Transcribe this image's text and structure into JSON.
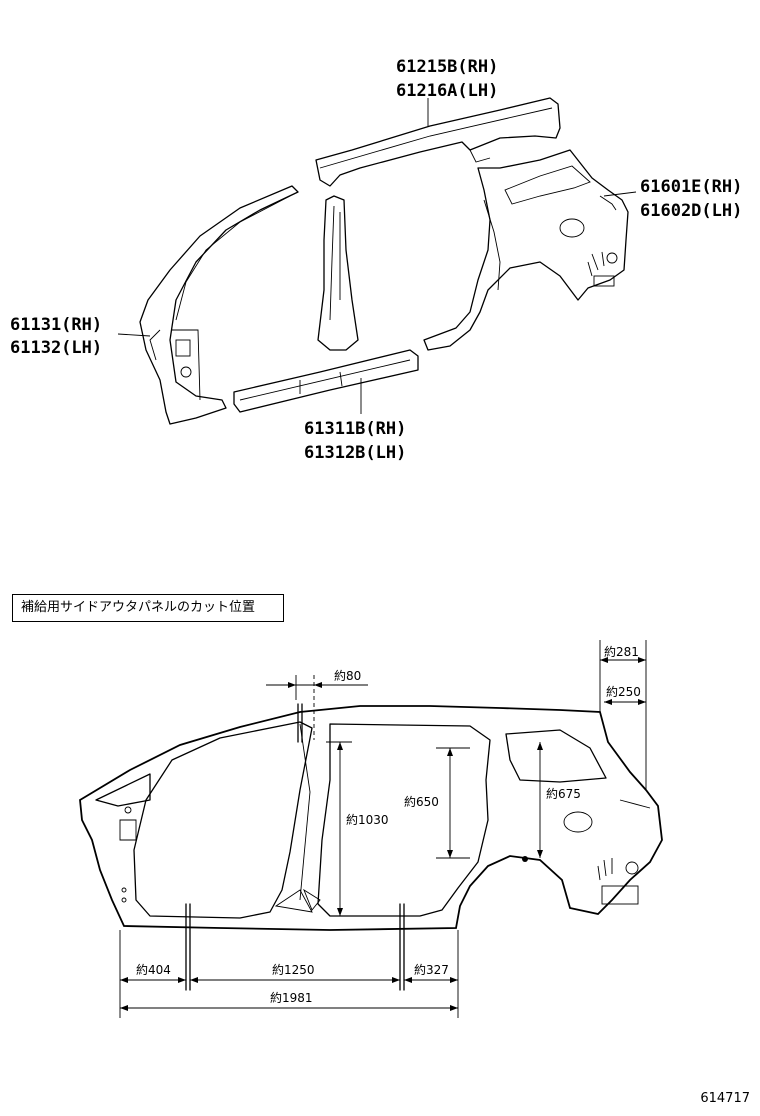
{
  "parts": {
    "roof_rail_rh": "61215B(RH)",
    "roof_rail_lh": "61216A(LH)",
    "quarter_rh": "61601E(RH)",
    "quarter_lh": "61602D(LH)",
    "front_pillar_rh": "61131(RH)",
    "front_pillar_lh": "61132(LH)",
    "rocker_rh": "61311B(RH)",
    "rocker_lh": "61312B(LH)"
  },
  "caption": "補給用サイドアウタパネルのカット位置",
  "dimensions": {
    "d80": "約80",
    "d281": "約281",
    "d250": "約250",
    "d1030": "約1030",
    "d650": "約650",
    "d675": "約675",
    "d404": "約404",
    "d1250": "約1250",
    "d327": "約327",
    "d1981": "約1981"
  },
  "figure_id": "614717"
}
